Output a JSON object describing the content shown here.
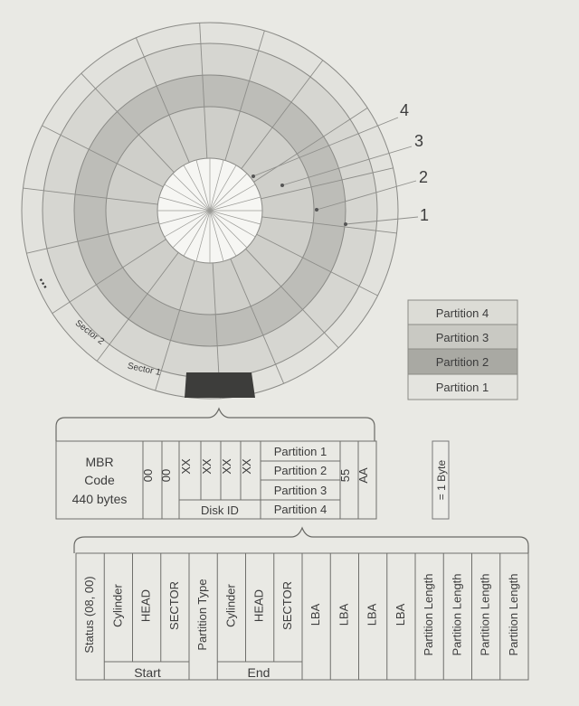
{
  "disk": {
    "callouts": [
      "4",
      "3",
      "2",
      "1"
    ],
    "sector_labels": [
      "Sector 1",
      "Sector 2"
    ],
    "ellipsis": "..."
  },
  "legend": {
    "items": [
      {
        "label": "Partition 4",
        "color": "#dcdcd6"
      },
      {
        "label": "Partition 3",
        "color": "#c9c9c3"
      },
      {
        "label": "Partition 2",
        "color": "#a9a9a3"
      },
      {
        "label": "Partition 1",
        "color": "#e4e4df"
      }
    ],
    "byte_key": "= 1 Byte"
  },
  "mbr_table": {
    "code_lines": [
      "MBR",
      "Code",
      "440 bytes"
    ],
    "zero_cells": [
      "00",
      "00"
    ],
    "disk_id_cells": [
      "XX",
      "XX",
      "XX",
      "XX"
    ],
    "disk_id_label": "Disk ID",
    "partitions": [
      "Partition 1",
      "Partition 2",
      "Partition 3",
      "Partition 4"
    ],
    "signature": [
      "55",
      "AA"
    ]
  },
  "entry_table": {
    "columns": [
      "Status (08, 00)",
      "Cylinder",
      "HEAD",
      "SECTOR",
      "Partition Type",
      "Cylinder",
      "HEAD",
      "SECTOR",
      "LBA",
      "LBA",
      "LBA",
      "LBA",
      "Partition Length",
      "Partition Length",
      "Partition Length",
      "Partition Length"
    ],
    "start_label": "Start",
    "end_label": "End"
  }
}
